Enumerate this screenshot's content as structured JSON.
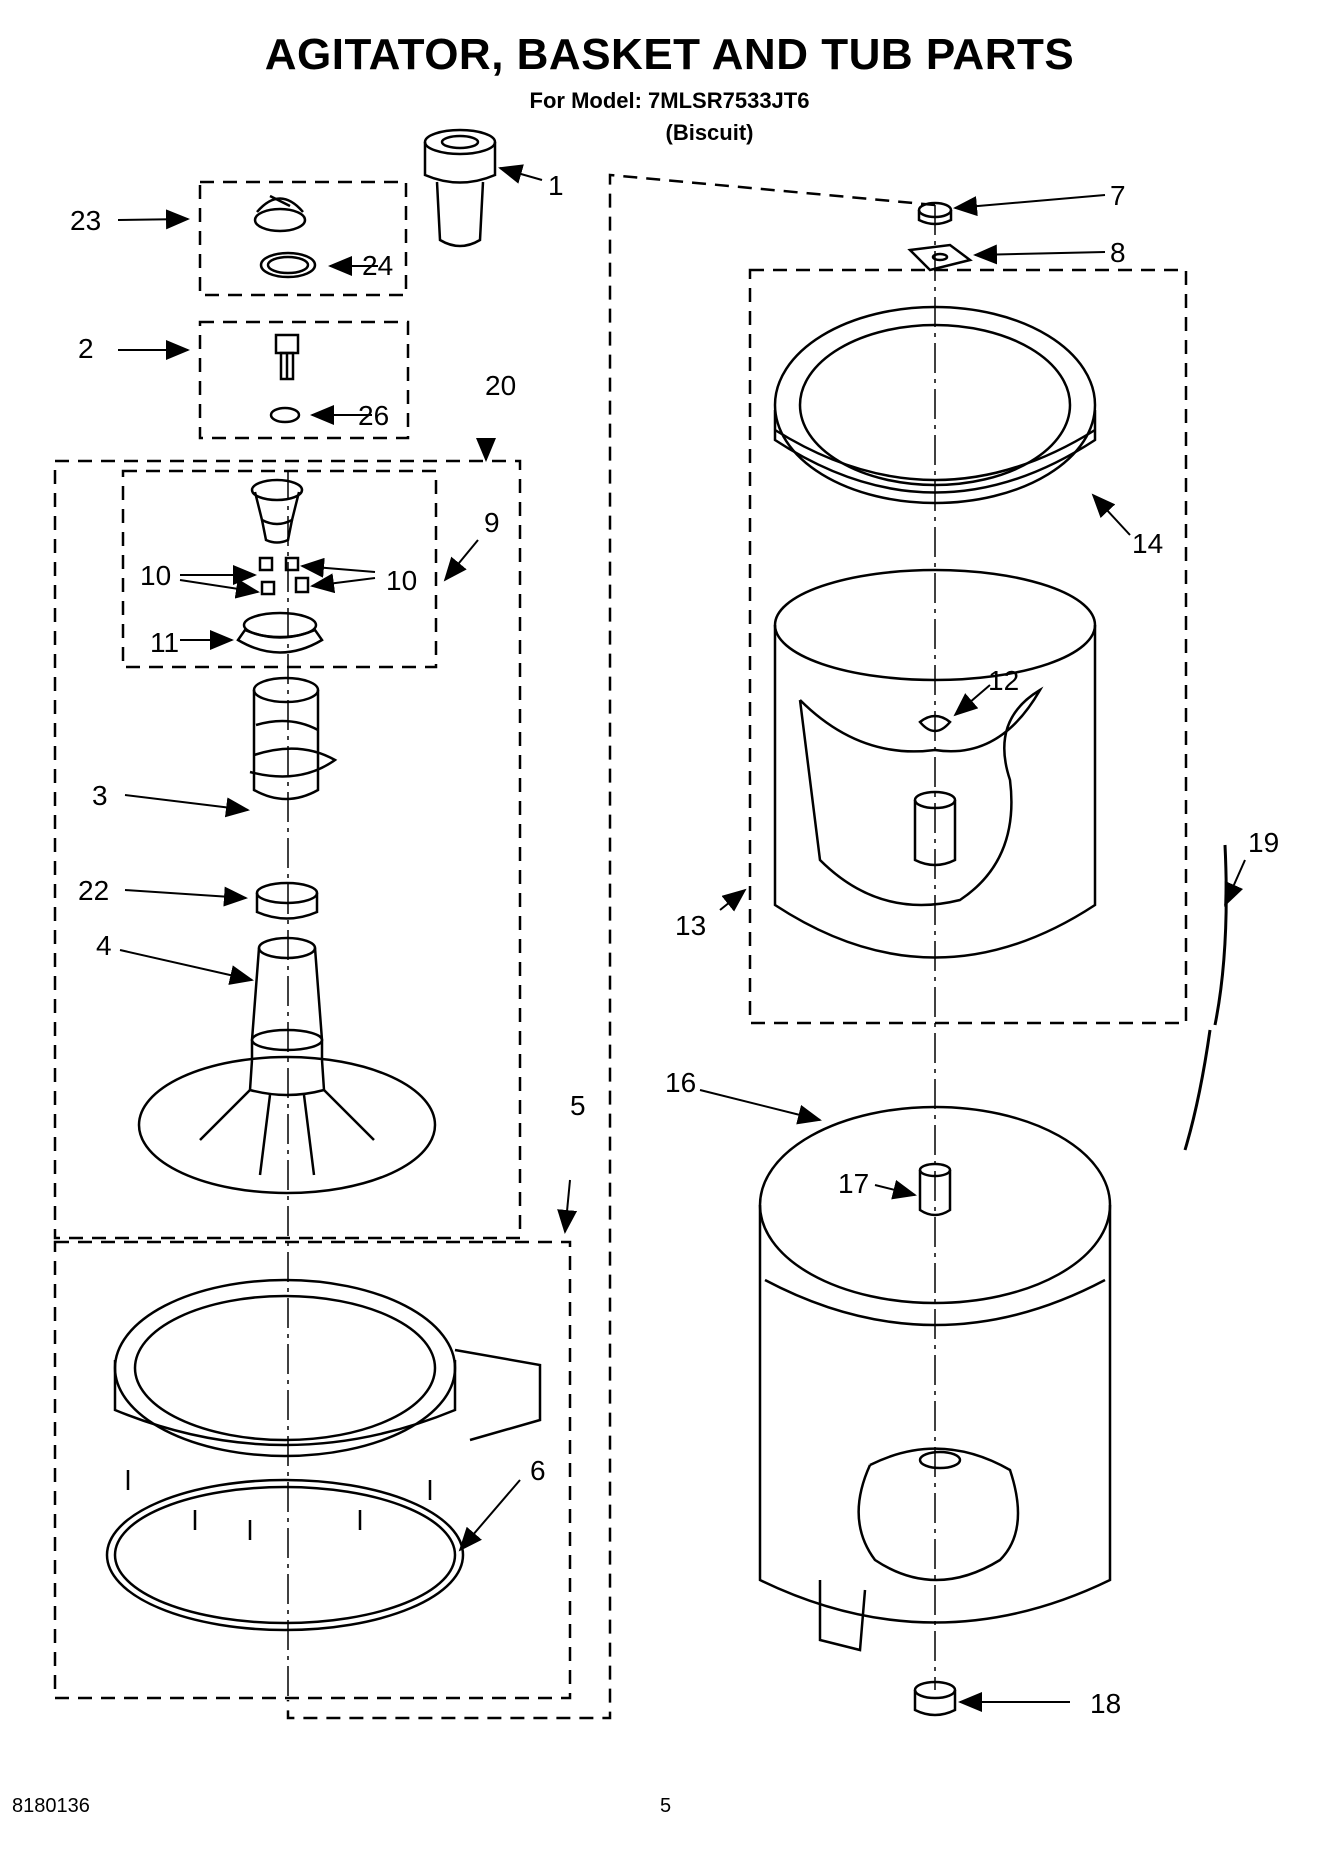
{
  "header": {
    "title": "AGITATOR, BASKET AND TUB PARTS",
    "model_line": "For Model: 7MLSR7533JT6",
    "variant": "(Biscuit)"
  },
  "callouts": {
    "c1": "1",
    "c2": "2",
    "c3": "3",
    "c4": "4",
    "c5": "5",
    "c6": "6",
    "c7": "7",
    "c8": "8",
    "c9": "9",
    "c10a": "10",
    "c10b": "10",
    "c11": "11",
    "c12": "12",
    "c13": "13",
    "c14": "14",
    "c16": "16",
    "c17": "17",
    "c18": "18",
    "c19": "19",
    "c20": "20",
    "c22": "22",
    "c23": "23",
    "c24": "24",
    "c26": "26"
  },
  "footer": {
    "doc_number": "8180136",
    "page_number": "5"
  }
}
